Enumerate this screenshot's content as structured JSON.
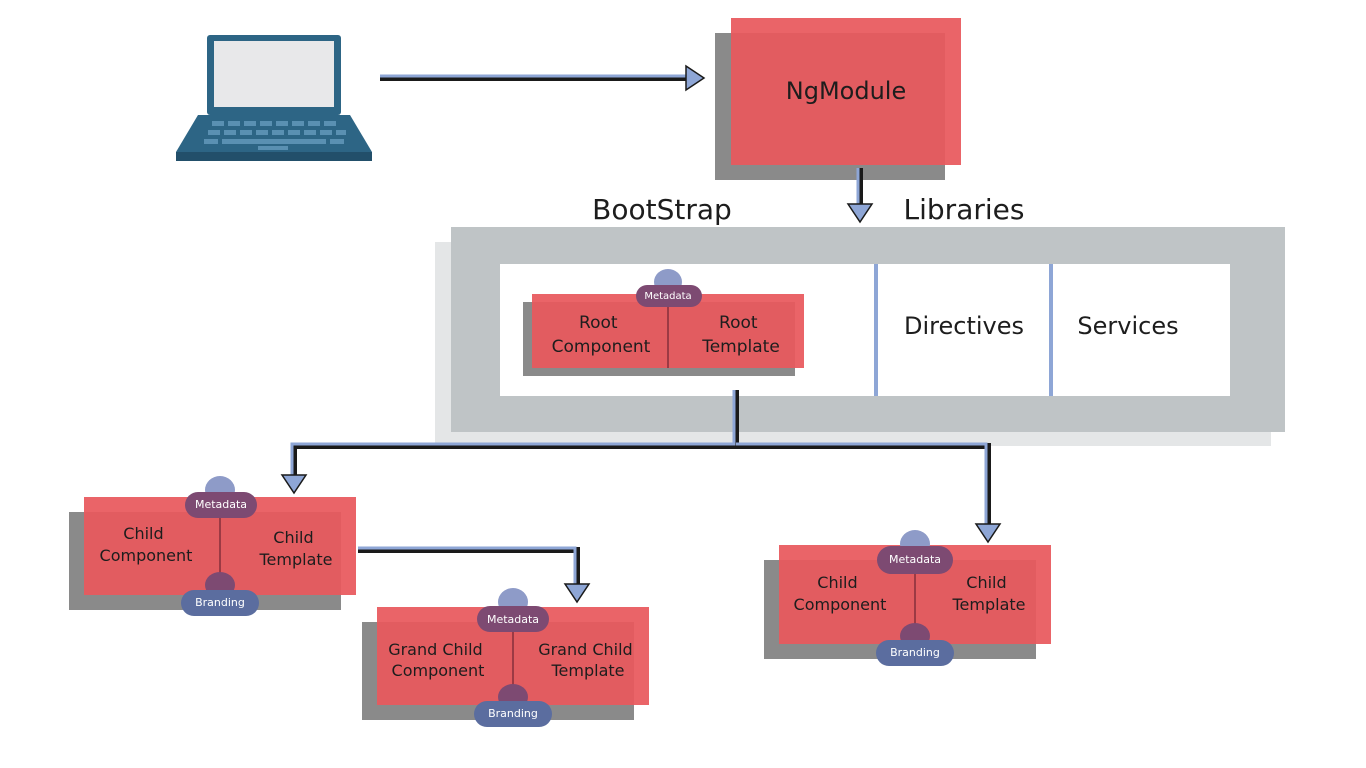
{
  "ngmodule": {
    "label": "NgModule"
  },
  "bootstrap_label": "BootStrap",
  "libraries_label": "Libraries",
  "libraries": {
    "directives": "Directives",
    "services": "Services"
  },
  "root": {
    "metadata": "Metadata",
    "component": [
      "Root",
      "Component"
    ],
    "template": [
      "Root",
      "Template"
    ]
  },
  "child_left": {
    "metadata": "Metadata",
    "component": [
      "Child",
      "Component"
    ],
    "template": [
      "Child",
      "Template"
    ],
    "branding": "Branding"
  },
  "grandchild": {
    "metadata": "Metadata",
    "component": [
      "Grand Child",
      "Component"
    ],
    "template": [
      "Grand Child",
      "Template"
    ],
    "branding": "Branding"
  },
  "child_right": {
    "metadata": "Metadata",
    "component": [
      "Child",
      "Component"
    ],
    "template": [
      "Child",
      "Template"
    ],
    "branding": "Branding"
  },
  "colors": {
    "module_red": "#e8585c",
    "shadow_gray": "#8a8a8a",
    "panel_gray": "#bfc4c6",
    "arrow_blue": "#8ea6d6",
    "cloud_metadata": "#7d4a72",
    "cloud_top": "#8e9bc8",
    "laptop_blue": "#2d6585"
  }
}
